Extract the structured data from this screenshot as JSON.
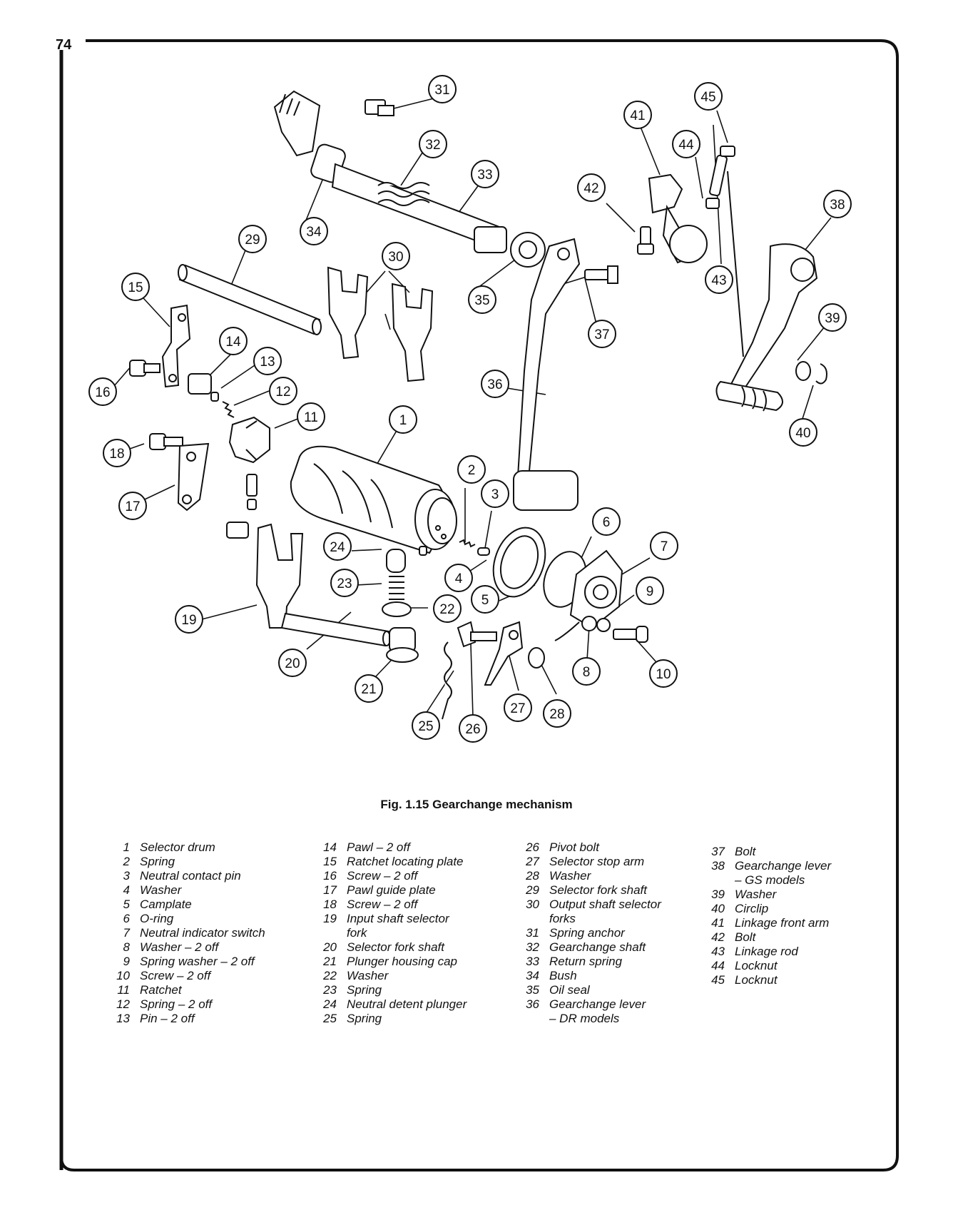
{
  "page_number": "74",
  "caption": "Fig. 1.15 Gearchange mechanism",
  "callouts": [
    "1",
    "2",
    "3",
    "4",
    "5",
    "6",
    "7",
    "8",
    "9",
    "10",
    "11",
    "12",
    "13",
    "14",
    "15",
    "16",
    "17",
    "18",
    "19",
    "20",
    "21",
    "22",
    "23",
    "24",
    "25",
    "26",
    "27",
    "28",
    "29",
    "30",
    "31",
    "32",
    "33",
    "34",
    "35",
    "36",
    "37",
    "38",
    "39",
    "40",
    "41",
    "42",
    "43",
    "44",
    "45"
  ],
  "legend": [
    [
      {
        "n": "1",
        "t": "Selector drum"
      },
      {
        "n": "2",
        "t": "Spring"
      },
      {
        "n": "3",
        "t": "Neutral contact pin"
      },
      {
        "n": "4",
        "t": "Washer"
      },
      {
        "n": "5",
        "t": "Camplate"
      },
      {
        "n": "6",
        "t": "O-ring"
      },
      {
        "n": "7",
        "t": "Neutral indicator switch"
      },
      {
        "n": "8",
        "t": "Washer – 2 off"
      },
      {
        "n": "9",
        "t": "Spring washer – 2 off"
      },
      {
        "n": "10",
        "t": "Screw – 2 off"
      },
      {
        "n": "11",
        "t": "Ratchet"
      },
      {
        "n": "12",
        "t": "Spring – 2 off"
      },
      {
        "n": "13",
        "t": "Pin – 2 off"
      }
    ],
    [
      {
        "n": "14",
        "t": "Pawl – 2 off"
      },
      {
        "n": "15",
        "t": "Ratchet locating plate"
      },
      {
        "n": "16",
        "t": "Screw – 2 off"
      },
      {
        "n": "17",
        "t": "Pawl guide plate"
      },
      {
        "n": "18",
        "t": "Screw – 2 off"
      },
      {
        "n": "19",
        "t": "Input shaft selector"
      },
      {
        "n": "",
        "t": "fork"
      },
      {
        "n": "20",
        "t": "Selector fork shaft"
      },
      {
        "n": "21",
        "t": "Plunger housing cap"
      },
      {
        "n": "22",
        "t": "Washer"
      },
      {
        "n": "23",
        "t": "Spring"
      },
      {
        "n": "24",
        "t": "Neutral detent plunger"
      },
      {
        "n": "25",
        "t": "Spring"
      }
    ],
    [
      {
        "n": "26",
        "t": "Pivot bolt"
      },
      {
        "n": "27",
        "t": "Selector stop arm"
      },
      {
        "n": "28",
        "t": "Washer"
      },
      {
        "n": "29",
        "t": "Selector fork shaft"
      },
      {
        "n": "30",
        "t": "Output shaft selector"
      },
      {
        "n": "",
        "t": "forks"
      },
      {
        "n": "31",
        "t": "Spring anchor"
      },
      {
        "n": "32",
        "t": "Gearchange shaft"
      },
      {
        "n": "33",
        "t": "Return spring"
      },
      {
        "n": "34",
        "t": "Bush"
      },
      {
        "n": "35",
        "t": "Oil seal"
      },
      {
        "n": "36",
        "t": "Gearchange lever"
      },
      {
        "n": "",
        "t": "– DR models"
      }
    ],
    [
      {
        "n": "37",
        "t": "Bolt"
      },
      {
        "n": "38",
        "t": "Gearchange lever"
      },
      {
        "n": "",
        "t": "– GS models"
      },
      {
        "n": "39",
        "t": "Washer"
      },
      {
        "n": "40",
        "t": "Circlip"
      },
      {
        "n": "41",
        "t": "Linkage front arm"
      },
      {
        "n": "42",
        "t": "Bolt"
      },
      {
        "n": "43",
        "t": "Linkage rod"
      },
      {
        "n": "44",
        "t": "Locknut"
      },
      {
        "n": "45",
        "t": "Locknut"
      }
    ]
  ]
}
